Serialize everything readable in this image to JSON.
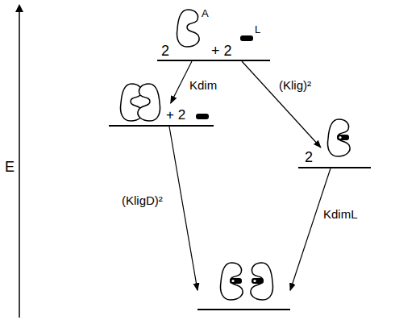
{
  "diagram": {
    "nodes": [
      {
        "text": [
          "2",
          "A",
          "+ 2",
          "L"
        ]
      },
      {
        "text": [
          "+ 2"
        ]
      },
      {
        "text": [
          "2"
        ]
      },
      {
        "text": []
      }
    ],
    "edges": [
      {
        "from": 0,
        "to": 1,
        "arrow": "to",
        "label": "Kdim"
      },
      {
        "from": 0,
        "to": 2,
        "arrow": "to",
        "label": "(Klig)²"
      },
      {
        "from": 1,
        "to": 3,
        "arrow": "to",
        "label": "(KligD)²"
      },
      {
        "from": 2,
        "to": 3,
        "arrow": "to",
        "label": "KdimL"
      }
    ],
    "labels": [
      "E"
    ]
  }
}
